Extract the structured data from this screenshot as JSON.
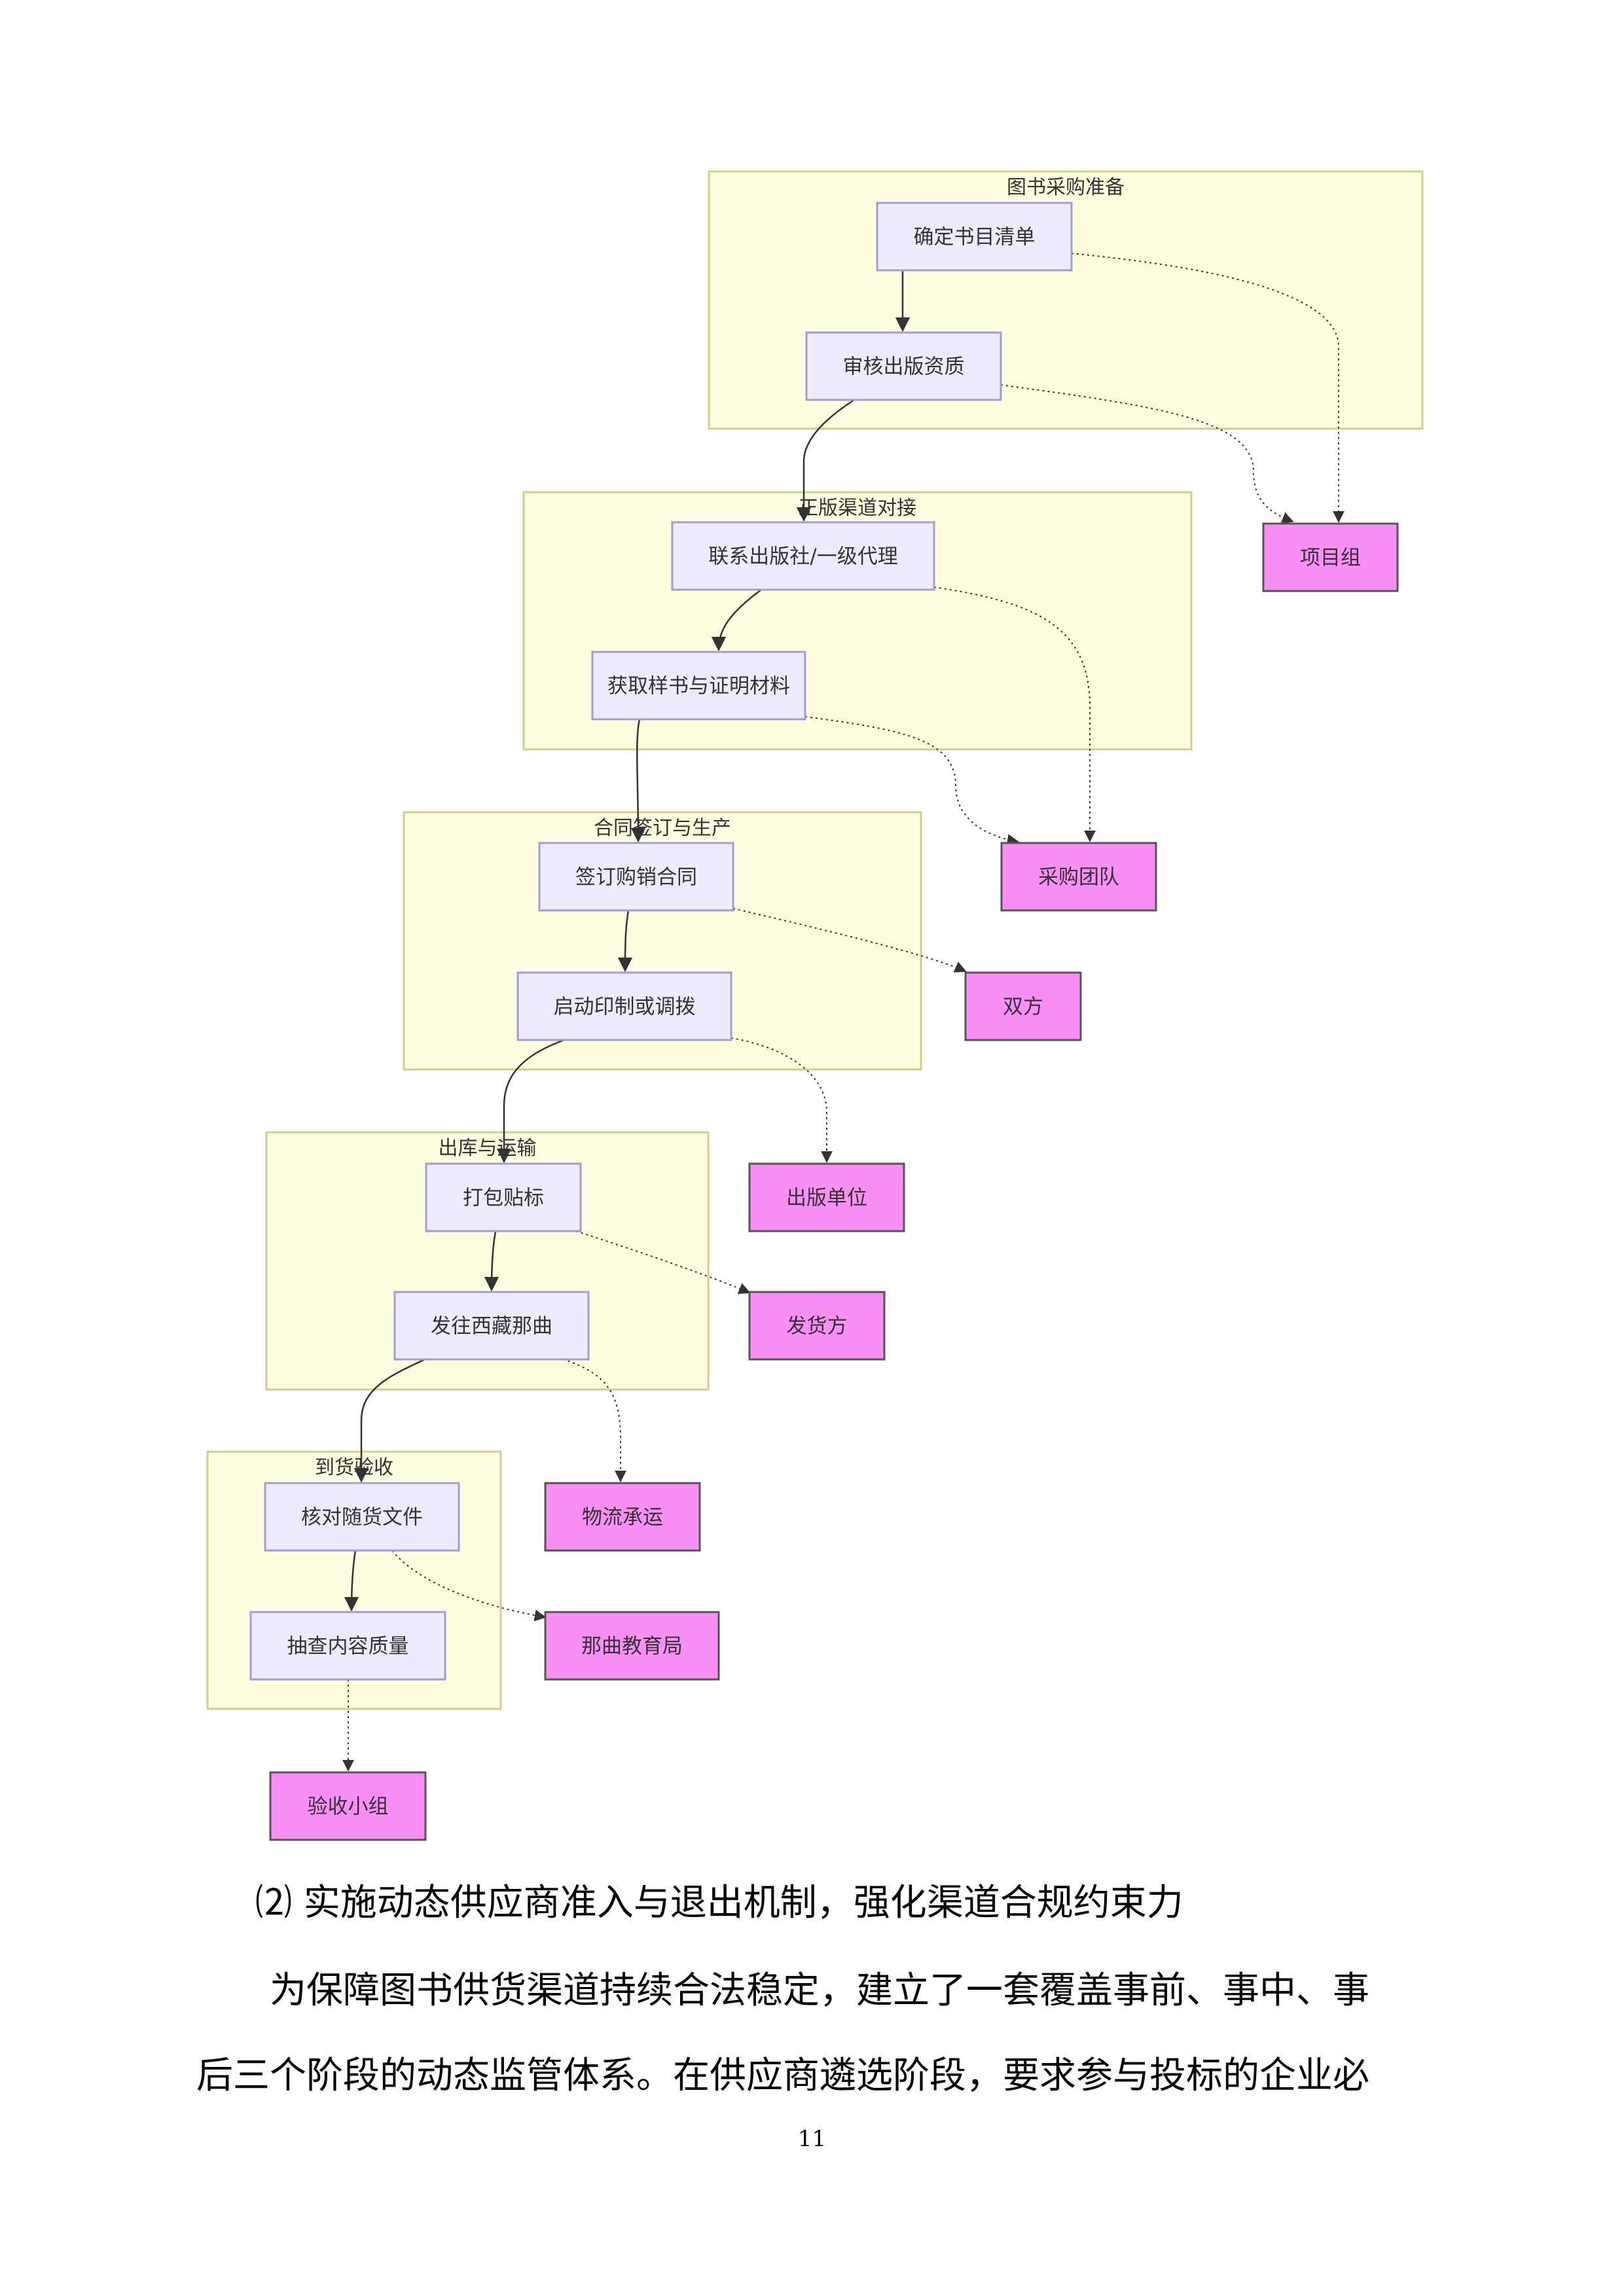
{
  "diagram": {
    "groups": [
      {
        "id": "g1",
        "title": "图书采购准备"
      },
      {
        "id": "g2",
        "title": "正版渠道对接"
      },
      {
        "id": "g3",
        "title": "合同签订与生产"
      },
      {
        "id": "g4",
        "title": "出库与运输"
      },
      {
        "id": "g5",
        "title": "到货验收"
      }
    ],
    "steps": [
      {
        "id": "s1",
        "label": "确定书目清单"
      },
      {
        "id": "s2",
        "label": "审核出版资质"
      },
      {
        "id": "s3",
        "label": "联系出版社/一级代理"
      },
      {
        "id": "s4",
        "label": "获取样书与证明材料"
      },
      {
        "id": "s5",
        "label": "签订购销合同"
      },
      {
        "id": "s6",
        "label": "启动印制或调拨"
      },
      {
        "id": "s7",
        "label": "打包贴标"
      },
      {
        "id": "s8",
        "label": "发往西藏那曲"
      },
      {
        "id": "s9",
        "label": "核对随货文件"
      },
      {
        "id": "s10",
        "label": "抽查内容质量"
      }
    ],
    "roles": [
      {
        "id": "r1",
        "label": "项目组"
      },
      {
        "id": "r2",
        "label": "采购团队"
      },
      {
        "id": "r3",
        "label": "双方"
      },
      {
        "id": "r4",
        "label": "出版单位"
      },
      {
        "id": "r5",
        "label": "发货方"
      },
      {
        "id": "r6",
        "label": "物流承运"
      },
      {
        "id": "r7",
        "label": "那曲教育局"
      },
      {
        "id": "r8",
        "label": "验收小组"
      }
    ],
    "flows": [
      {
        "from": "s1",
        "to": "s2",
        "style": "solid"
      },
      {
        "from": "s2",
        "to": "s3",
        "style": "solid"
      },
      {
        "from": "s3",
        "to": "s4",
        "style": "solid"
      },
      {
        "from": "s4",
        "to": "s5",
        "style": "solid"
      },
      {
        "from": "s5",
        "to": "s6",
        "style": "solid"
      },
      {
        "from": "s6",
        "to": "s7",
        "style": "solid"
      },
      {
        "from": "s7",
        "to": "s8",
        "style": "solid"
      },
      {
        "from": "s8",
        "to": "s9",
        "style": "solid"
      },
      {
        "from": "s9",
        "to": "s10",
        "style": "solid"
      },
      {
        "from": "s1",
        "to": "r1",
        "style": "dotted"
      },
      {
        "from": "s2",
        "to": "r1",
        "style": "dotted"
      },
      {
        "from": "s3",
        "to": "r2",
        "style": "dotted"
      },
      {
        "from": "s4",
        "to": "r2",
        "style": "dotted"
      },
      {
        "from": "s5",
        "to": "r3",
        "style": "dotted"
      },
      {
        "from": "s6",
        "to": "r4",
        "style": "dotted"
      },
      {
        "from": "s7",
        "to": "r5",
        "style": "dotted"
      },
      {
        "from": "s8",
        "to": "r6",
        "style": "dotted"
      },
      {
        "from": "s9",
        "to": "r7",
        "style": "dotted"
      },
      {
        "from": "s10",
        "to": "r8",
        "style": "dotted"
      }
    ],
    "colors": {
      "group_fill": "#fdfddf",
      "group_stroke": "#cfcf8c",
      "step_fill": "#ececfe",
      "step_stroke": "#a59ad8",
      "role_fill": "#f98ef4",
      "role_stroke": "#555555",
      "edge": "#333333"
    }
  },
  "text": {
    "heading": "⑵ 实施动态供应商准入与退出机制，强化渠道合规约束力",
    "paragraph_line1": "为保障图书供货渠道持续合法稳定，建立了一套覆盖事前、事中、事",
    "paragraph_line2": "后三个阶段的动态监管体系。在供应商遴选阶段，要求参与投标的企业必",
    "page_number": "11"
  }
}
